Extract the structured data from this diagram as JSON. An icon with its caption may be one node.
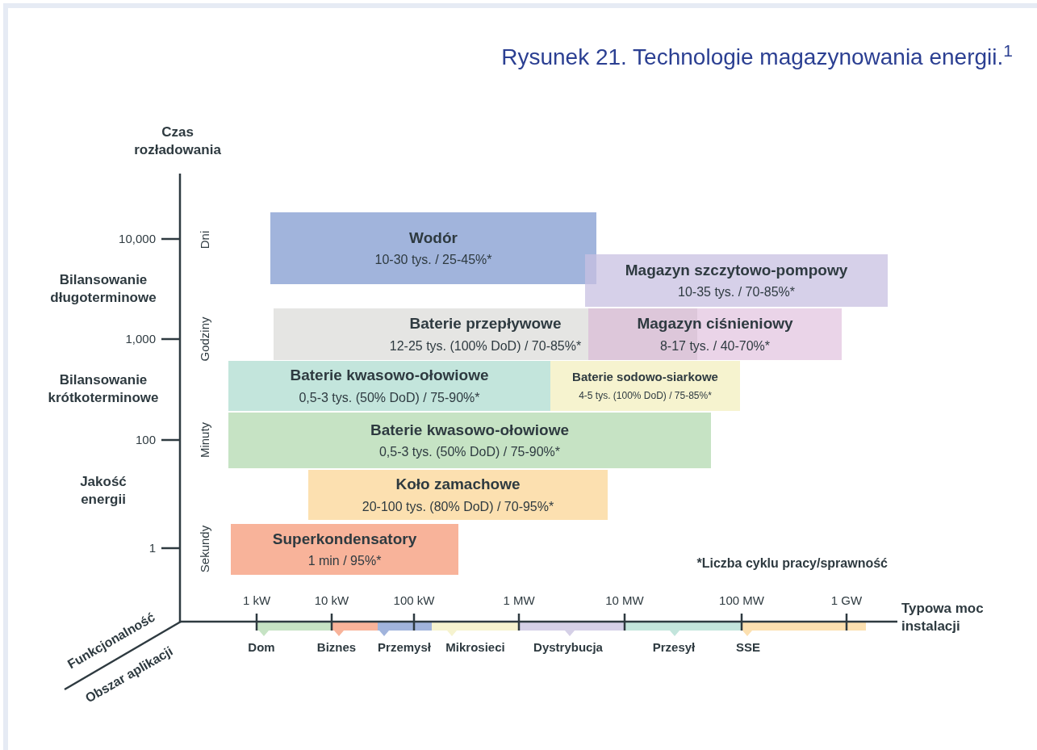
{
  "diagram": {
    "title": "Rysunek 21. Technologie magazynowania energii.$^{1}$",
    "nodes": [
      {
        "text": [
          "Wodór",
          "10-30 tys. / 25-45%*"
        ]
      },
      {
        "text": [
          "Magazyn szczytowo-pompowy",
          "10-35 tys. / 70-85%*"
        ]
      },
      {
        "text": [
          "Baterie przepływowe",
          "12-25 tys. (100% DoD) / 70-85%*"
        ]
      },
      {
        "text": [
          "Magazyn ciśnieniowy",
          "8-17 tys. / 40-70%*"
        ]
      },
      {
        "text": [
          "Baterie kwasowo-ołowiowe",
          "0,5-3 tys. (50% DoD) / 75-90%*"
        ]
      },
      {
        "text": [
          "Baterie sodowo-siarkowe",
          "4-5 tys. (100% DoD) / 75-85%*"
        ]
      },
      {
        "text": [
          "Baterie kwasowo-ołowiowe",
          "0,5-3 tys. (50% DoD) / 75-90%*"
        ]
      },
      {
        "text": [
          "Koło zamachowe",
          "20-100 tys. (80% DoD) / 70-95%*"
        ]
      },
      {
        "text": [
          "Superkondensatory",
          "1 min / 95%*"
        ]
      }
    ],
    "edges": [],
    "labels": [
      "Czas rozładowania",
      "10,000",
      "1,000",
      "100",
      "1",
      "Bilansowanie długoterminowe",
      "Bilansowanie krótkoterminowe",
      "Jakość energii",
      "Dni",
      "Godziny",
      "Minuty",
      "Sekundy",
      "*Liczba cyklu pracy/sprawność",
      "1 kW",
      "10 kW",
      "100 kW",
      "1 MW",
      "10 MW",
      "100 MW",
      "1 GW",
      "Typowa moc instalacji",
      "Dom",
      "Biznes",
      "Przemysł",
      "Mikrosieci",
      "Dystrybucja",
      "Przesył",
      "SSE",
      "Funkcjonalność",
      "Obszar aplikacji"
    ]
  }
}
